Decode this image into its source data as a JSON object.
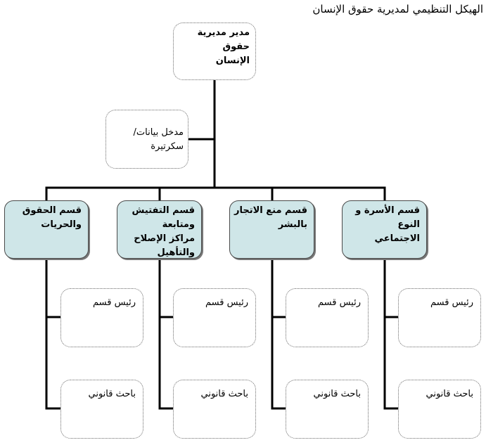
{
  "title": "الهيكل التنظيمي لمديرية حقوق الإنسان",
  "director": {
    "line1": "مدير مديرية حقوق",
    "line2": "الإنسان"
  },
  "staff": {
    "label": "مدخل بيانات/سكرتيرة"
  },
  "departments": [
    {
      "line1": "قسم الحقوق",
      "line2": "والحريات",
      "line3": "",
      "head": "رئيس قسم",
      "researcher": "باحث قانوني"
    },
    {
      "line1": "قسم التفتيش ومتابعة",
      "line2": "مراكز الإصلاح",
      "line3": "والتأهيل",
      "head": "رئيس قسم",
      "researcher": "باحث قانوني"
    },
    {
      "line1": "قسم منع الاتجار",
      "line2": "بالبشر",
      "line3": "",
      "head": "رئيس قسم",
      "researcher": "باحث قانوني"
    },
    {
      "line1": "قسم الأسرة و النوع",
      "line2": "الاجتماعي",
      "line3": "",
      "head": "رئيس قسم",
      "researcher": "باحث قانوني"
    }
  ]
}
